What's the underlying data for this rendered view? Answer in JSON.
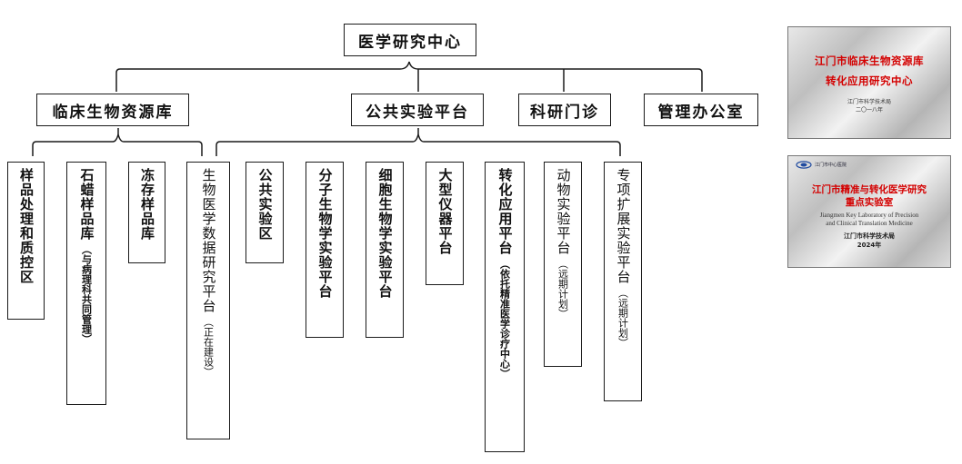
{
  "org_chart": {
    "root": "医学研究中心",
    "departments": {
      "biobank": "临床生物资源库",
      "platform": "公共实验平台",
      "clinic": "科研门诊",
      "office": "管理办公室"
    },
    "biobank_units": {
      "u1": {
        "title": "样品处理和质控区"
      },
      "u2": {
        "title": "石蜡样品库",
        "note": "（与病理科共同管理）"
      },
      "u3": {
        "title": "冻存样品库"
      },
      "u4": {
        "title": "生物医学数据研究平台",
        "note": "（正在建设）"
      }
    },
    "platform_units": {
      "u1": {
        "title": "公共实验区"
      },
      "u2": {
        "title": "分子生物学实验平台"
      },
      "u3": {
        "title": "细胞生物学实验平台"
      },
      "u4": {
        "title": "大型仪器平台"
      },
      "u5": {
        "title": "转化应用平台",
        "note": "（依托精准医学诊疗中心）"
      },
      "u6": {
        "title": "动物实验平台",
        "note": "（远期计划）"
      },
      "u7": {
        "title": "专项扩展实验平台",
        "note": "（远期计划）"
      }
    }
  },
  "plaques": {
    "p1": {
      "line1": "江门市临床生物资源库",
      "line2": "转化应用研究中心",
      "issuer": "江门市科学技术局",
      "year": "二〇一八年"
    },
    "p2": {
      "header": "江门市中心医院",
      "line1": "江门市精准与转化医学研究",
      "line2": "重点实验室",
      "en1": "Jiangmen Key Laboratory of Precision",
      "en2": "and Clinical Translation Medicine",
      "issuer": "江门市科学技术局",
      "year": "2024年"
    }
  },
  "colors": {
    "line": "#1a1a1a",
    "plaque_red": "#d40000"
  }
}
